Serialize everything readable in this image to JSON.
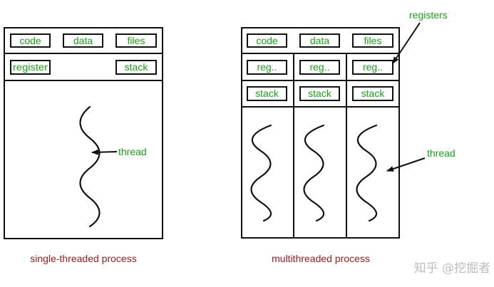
{
  "single": {
    "code": "code",
    "data": "data",
    "files": "files",
    "register": "register",
    "stack": "stack",
    "thread": "thread",
    "caption": "single-threaded process"
  },
  "multi": {
    "code": "code",
    "data": "data",
    "files": "files",
    "regs": [
      "reg..",
      "reg..",
      "reg.."
    ],
    "stacks": [
      "stack",
      "stack",
      "stack"
    ],
    "registers_callout": "registers",
    "thread": "thread",
    "caption": "multithreaded process"
  },
  "watermark": "知乎 @挖掘者",
  "colors": {
    "label_green": "#17a317",
    "caption_red": "#a11b1b",
    "outline": "#111111",
    "watermark": "#bdbdbd"
  }
}
